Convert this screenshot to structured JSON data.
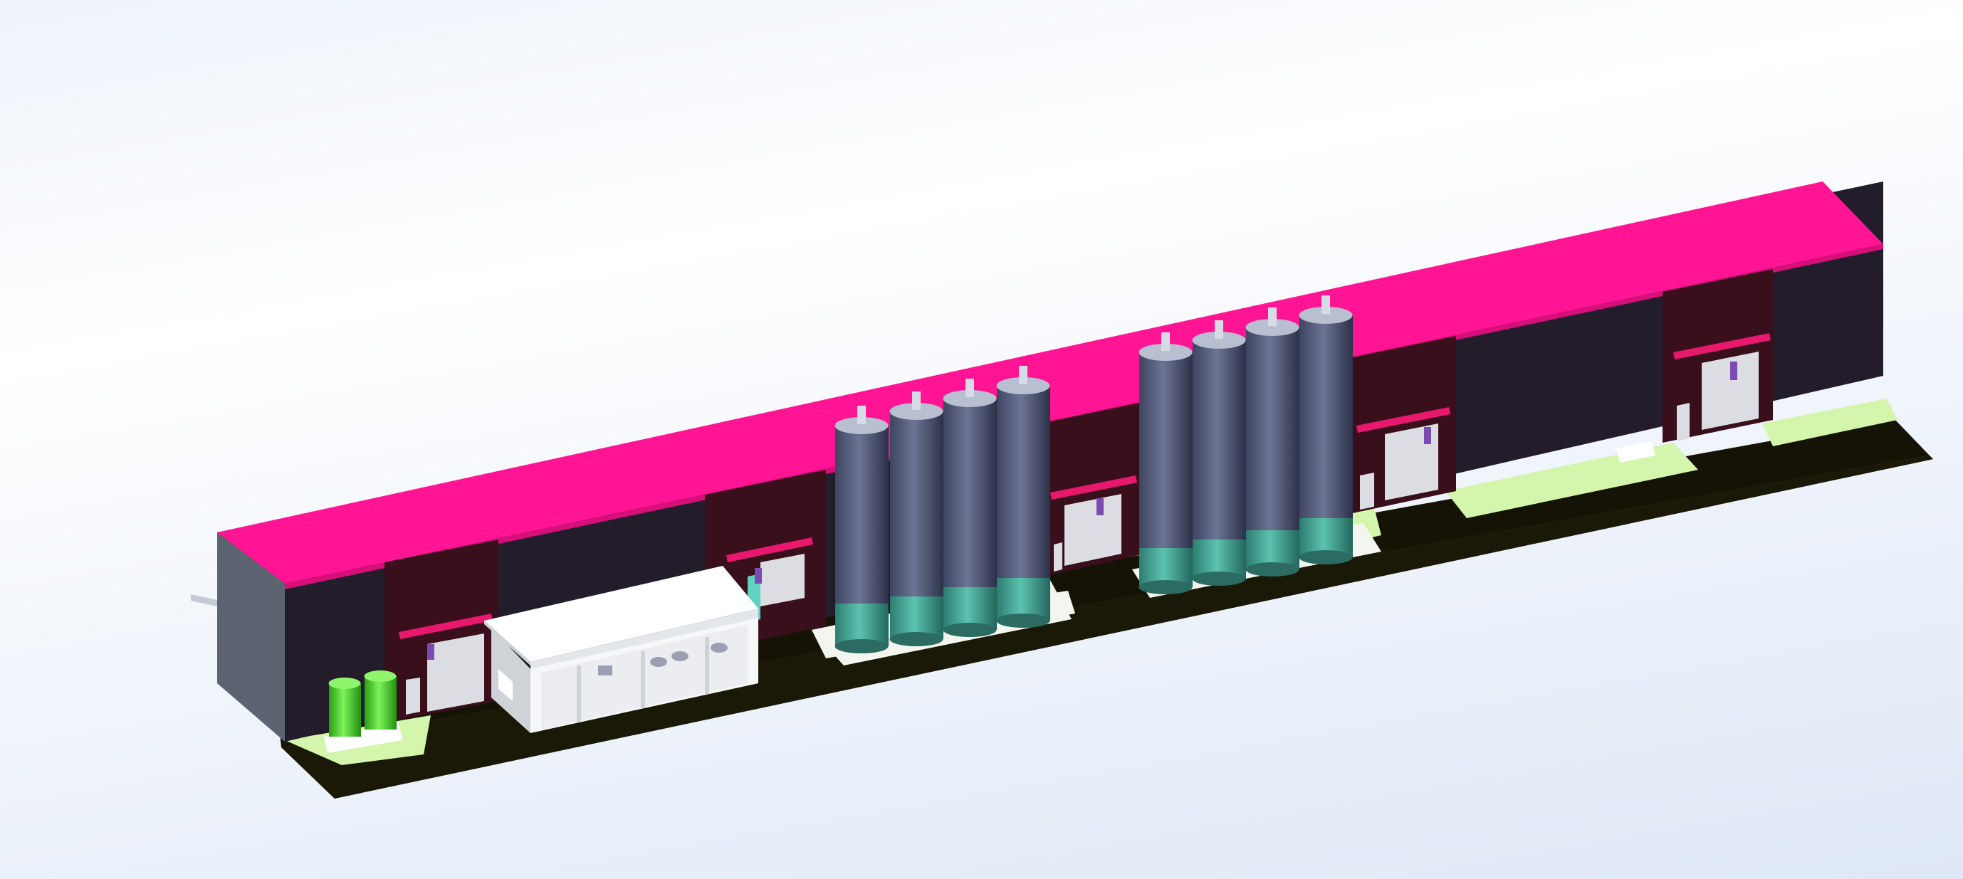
{
  "colors": {
    "roof": "#ff1493",
    "roof_edge": "#d60f7a",
    "wall_dark": "#221c2b",
    "bay_dark": "#3a0f1c",
    "end_wall": "#5b6470",
    "floor": "#141305",
    "pad": "#d4f5ac",
    "silo_body": "#525a7a",
    "silo_base": "#3fa08f",
    "silo_cap": "#b8bfd0",
    "canopy_roof": "#ffffff",
    "canopy_frame": "#cfd3d8",
    "door": "#dcdde2",
    "awning": "#e8186f",
    "equipment_green": "#3fd61a",
    "accent_purple": "#7a4bb0"
  },
  "scene": {
    "silos_left_count": 4,
    "silos_right_count": 4,
    "green_tanks_count": 2,
    "bay_doors_count": 5
  }
}
